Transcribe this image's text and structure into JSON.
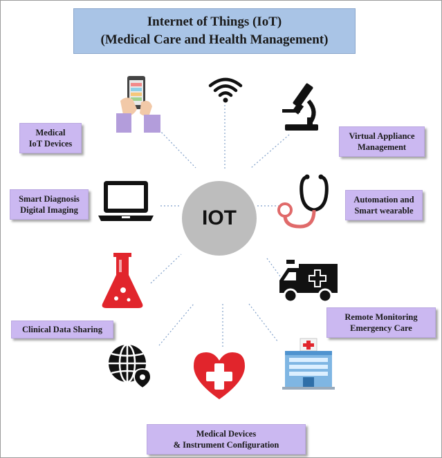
{
  "title": {
    "line1": "Internet of Things (IoT)",
    "line2": "(Medical Care and Health Management)"
  },
  "hub": {
    "label": "IOT"
  },
  "labels": {
    "medical_iot_devices": [
      "Medical",
      "IoT Devices"
    ],
    "smart_diagnosis": [
      "Smart Diagnosis",
      "Digital Imaging"
    ],
    "clinical_data_sharing": [
      "Clinical Data Sharing"
    ],
    "virtual_appliance": [
      "Virtual Appliance",
      "Management"
    ],
    "automation_wearable": [
      "Automation and",
      "Smart wearable"
    ],
    "remote_monitoring": [
      "Remote Monitoring",
      "Emergency Care"
    ],
    "medical_devices_config": [
      "Medical Devices",
      "& Instrument Configuration"
    ]
  },
  "icons": [
    "smartphone-hand-icon",
    "wifi-icon",
    "microscope-icon",
    "laptop-icon",
    "stethoscope-icon",
    "flask-icon",
    "ambulance-icon",
    "globe-location-icon",
    "heart-medical-icon",
    "hospital-icon"
  ],
  "colors": {
    "title_bg": "#a9c4e6",
    "label_bg": "#cbb8f1",
    "hub": "#bdbdbd",
    "accent_red": "#e1252c",
    "connector": "#7f9fc9"
  }
}
